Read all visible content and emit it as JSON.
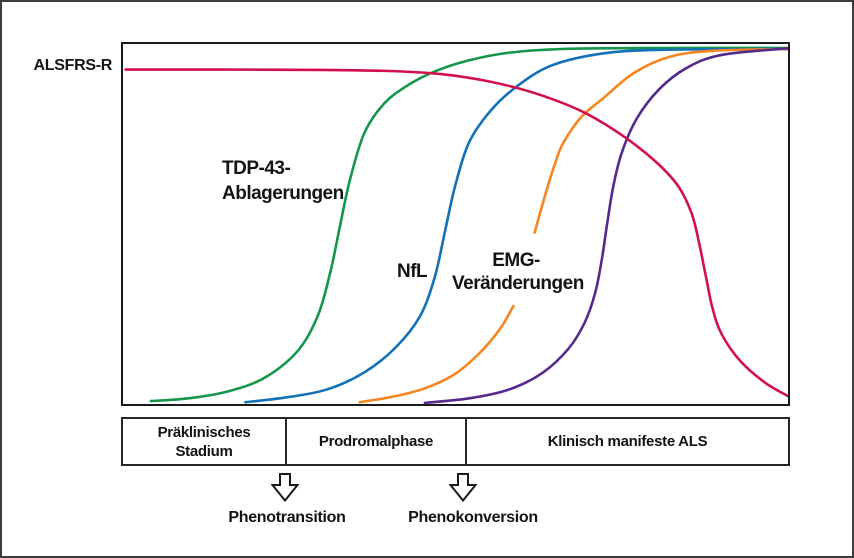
{
  "figure": {
    "y_axis_label": "ALSFRS-R"
  },
  "curve_labels": {
    "tdp43_line1": "TDP-43-",
    "tdp43_line2": "Ablagerungen",
    "nfl": "NfL",
    "emg_line1": "EMG-",
    "emg_line2": "Veränderungen"
  },
  "phases": {
    "box1_line1": "Präklinisches",
    "box1_line2": "Stadium",
    "box2": "Prodromalphase",
    "box3": "Klinisch manifeste ALS"
  },
  "milestones": {
    "phenotransition": "Phenotransition",
    "phenokonversion": "Phenokonversion"
  },
  "colors": {
    "alsfrs_red": "#d2114c",
    "tdp43_green": "#14964c",
    "nfl_blue": "#1271b7",
    "emg_orange": "#f6861f",
    "late_purple": "#542b8d",
    "axis_black": "#1a1a1a"
  },
  "chart_data": {
    "type": "line",
    "title": "",
    "xlabel": "",
    "ylabel": "ALSFRS-R",
    "description": "Schematic sigmoid time courses of biomarkers across ALS disease stages (Präklinisches Stadium, Prodromalphase, Klinisch manifeste ALS). Axes are unitless (0-100 relative scale), no ticks or gridlines shown; curves labeled inline.",
    "x_range": [
      0,
      100
    ],
    "y_range": [
      0,
      100
    ],
    "grid": false,
    "legend_position": "inline-labels",
    "series": [
      {
        "key": "tdp43",
        "name": "TDP-43-Ablagerungen",
        "color_ref": "tdp43_green",
        "trend": "rising-sigmoid",
        "segments": [
          [
            [
              4.2,
              0.8
            ],
            [
              10,
              1.6
            ],
            [
              16,
              3.6
            ],
            [
              21.4,
              7.4
            ],
            [
              26.3,
              14.8
            ],
            [
              29.3,
              24.5
            ],
            [
              31.2,
              36.8
            ],
            [
              32.6,
              49.2
            ],
            [
              34.1,
              62.1
            ],
            [
              36.3,
              75.3
            ],
            [
              39.3,
              83.5
            ],
            [
              42.8,
              88.5
            ],
            [
              46.8,
              92.3
            ],
            [
              51.7,
              95.3
            ],
            [
              57.7,
              97.5
            ],
            [
              65.9,
              98.6
            ],
            [
              79.4,
              98.9
            ],
            [
              100,
              98.9
            ]
          ]
        ]
      },
      {
        "key": "nfl",
        "name": "NfL",
        "color_ref": "nfl_blue",
        "trend": "rising-sigmoid",
        "segments": [
          [
            [
              18.4,
              0.5
            ],
            [
              24.8,
              1.9
            ],
            [
              30.8,
              4.1
            ],
            [
              36.3,
              8.8
            ],
            [
              41,
              15.7
            ],
            [
              44.7,
              24.5
            ],
            [
              46.9,
              35.4
            ],
            [
              48.4,
              47.8
            ],
            [
              49.9,
              60.2
            ],
            [
              52,
              72.5
            ],
            [
              55.2,
              81.3
            ],
            [
              59.2,
              88.2
            ],
            [
              64.4,
              94
            ],
            [
              71.9,
              97.3
            ],
            [
              80.9,
              98.4
            ],
            [
              100,
              98.6
            ]
          ]
        ]
      },
      {
        "key": "emg",
        "name": "EMG-Veränderungen",
        "color_ref": "emg_orange",
        "trend": "rising-sigmoid",
        "note": "drawn with a gap where the EMG label sits",
        "segments": [
          [
            [
              35.6,
              0.5
            ],
            [
              40.2,
              1.9
            ],
            [
              45,
              4.1
            ],
            [
              49.8,
              8.2
            ],
            [
              53.7,
              14.3
            ],
            [
              56.7,
              20.9
            ],
            [
              58.7,
              27.2
            ]
          ],
          [
            [
              61.9,
              47.6
            ],
            [
              63.4,
              57.5
            ],
            [
              65,
              67
            ],
            [
              66.2,
              72.5
            ],
            [
              68.9,
              79.7
            ],
            [
              72.2,
              84.9
            ],
            [
              76.7,
              91.8
            ],
            [
              82.1,
              96.4
            ],
            [
              88.6,
              98.1
            ],
            [
              100,
              98.6
            ]
          ]
        ]
      },
      {
        "key": "late-marker",
        "name": "unlabeled-purple-curve",
        "color_ref": "late_purple",
        "trend": "rising-sigmoid",
        "segments": [
          [
            [
              45.4,
              0.3
            ],
            [
              52.2,
              1.6
            ],
            [
              58.2,
              4.1
            ],
            [
              63.2,
              8.8
            ],
            [
              67,
              15.4
            ],
            [
              69.4,
              22.5
            ],
            [
              71,
              30.8
            ],
            [
              72,
              40.1
            ],
            [
              72.8,
              50
            ],
            [
              73.7,
              60.2
            ],
            [
              75,
              69.8
            ],
            [
              77.3,
              79.4
            ],
            [
              80.6,
              87.4
            ],
            [
              84.8,
              93.4
            ],
            [
              90.1,
              97
            ],
            [
              100,
              98.8
            ]
          ]
        ]
      },
      {
        "key": "alsfrs",
        "name": "ALSFRS-R",
        "color_ref": "alsfrs_red",
        "trend": "declining-sigmoid",
        "segments": [
          [
            [
              0.4,
              92.9
            ],
            [
              15,
              92.9
            ],
            [
              30,
              92.8
            ],
            [
              40,
              92.5
            ],
            [
              48,
              91.6
            ],
            [
              55,
              89.6
            ],
            [
              62,
              86.3
            ],
            [
              69,
              81.3
            ],
            [
              75,
              74.7
            ],
            [
              80,
              67.5
            ],
            [
              83.5,
              60.5
            ],
            [
              85.5,
              53
            ],
            [
              86.6,
              45
            ],
            [
              87.6,
              36
            ],
            [
              88.6,
              27
            ],
            [
              90,
              19.5
            ],
            [
              92.8,
              12
            ],
            [
              96.5,
              6
            ],
            [
              100,
              2.2
            ]
          ]
        ]
      }
    ]
  }
}
